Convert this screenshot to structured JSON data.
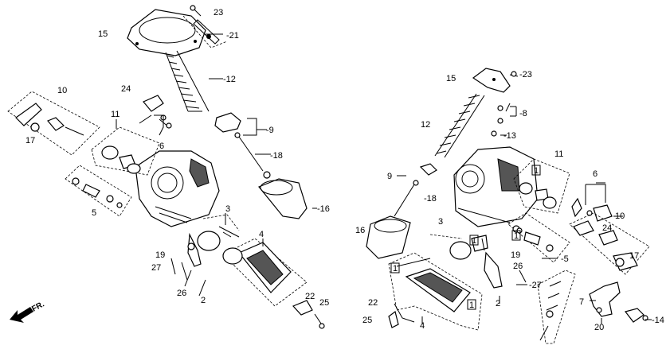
{
  "labels_left": {
    "l15": "15",
    "l23": "23",
    "l21": "-21",
    "l12": "-12",
    "l10": "10",
    "l24": "24",
    "l11": "11",
    "l17": "17",
    "l6": "6",
    "l9": "-9",
    "l18": "-18",
    "l5": "5",
    "l16": "-16",
    "l3": "3",
    "l4": "4",
    "l19": "19",
    "l27": "27",
    "l26": "26",
    "l2": "2",
    "l22": "22",
    "l25": "25"
  },
  "labels_right": {
    "r15": "15",
    "r23": "-23",
    "r8": "-8",
    "r12": "12",
    "r13": "-13",
    "r11": "11",
    "r9": "9",
    "r18": "-18",
    "r6": "6",
    "r10": "10",
    "r24": "24",
    "r16": "16",
    "r3": "3",
    "r5": "-5",
    "r17": "17",
    "r19": "19",
    "r26": "26",
    "r27": "-27",
    "r2": "2",
    "r7": "7",
    "r22": "22",
    "r25": "25",
    "r4": "4",
    "r20": "20",
    "r14": "-14"
  },
  "boxed": {
    "b1": "1"
  },
  "direction": {
    "fr": "FR."
  }
}
